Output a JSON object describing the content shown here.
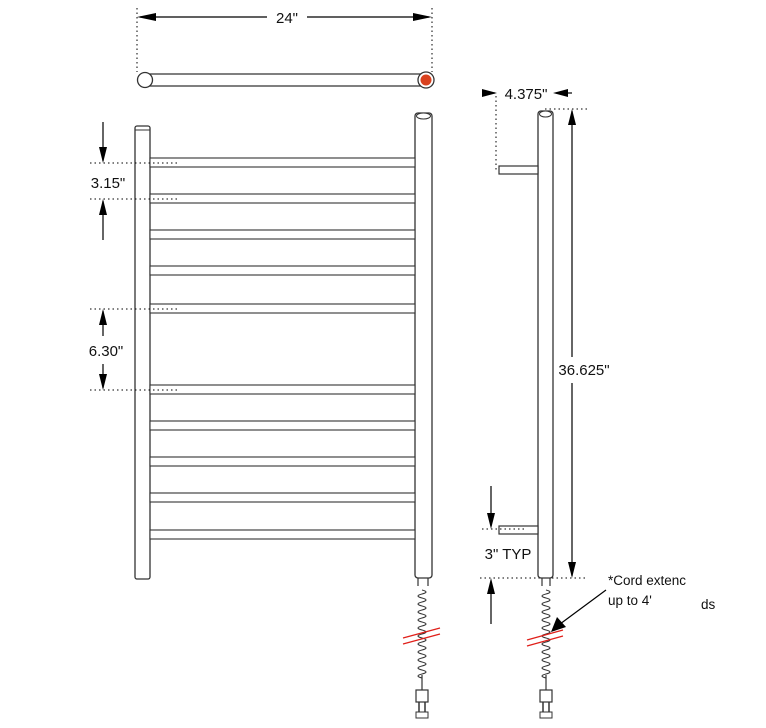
{
  "dimensions": {
    "overall_width": "24\"",
    "bar_spacing_small": "3.15\"",
    "bar_spacing_large": "6.30\"",
    "wall_offset": "4.375\"",
    "overall_height": "36.625\"",
    "bottom_offset": "3\" TYP"
  },
  "notes": {
    "cord_line1": "*Cord extenc",
    "cord_line2": "up to 4'",
    "cord_fragment": "ds"
  },
  "colors": {
    "line": "#333333",
    "dim_line": "#000000",
    "power_indicator": "#d9411e",
    "cut_mark": "#e0201a"
  }
}
